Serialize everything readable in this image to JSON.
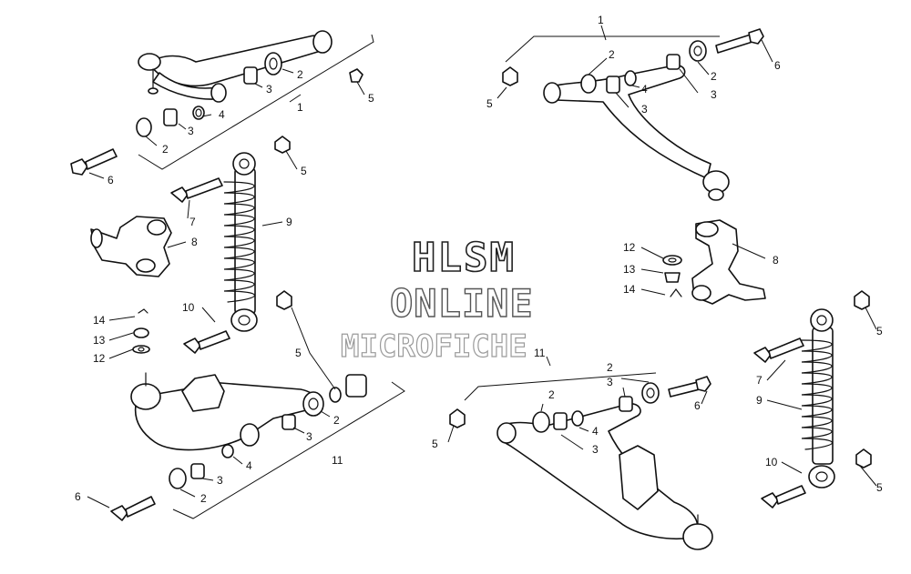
{
  "watermark": {
    "line1": "HLSM",
    "line2": "ONLINE",
    "line3": "MICROFICHE"
  },
  "callouts": {
    "tl_1": "1",
    "tl_2a": "2",
    "tl_3a": "3",
    "tl_4": "4",
    "tl_3b": "3",
    "tl_2b": "2",
    "tl_5": "5",
    "tl_6": "6",
    "l_5": "5",
    "l_7": "7",
    "l_8": "8",
    "l_9": "9",
    "l_10": "10",
    "l_14": "14",
    "l_13": "13",
    "l_12": "12",
    "bl_5": "5",
    "bl_2a": "2",
    "bl_3a": "3",
    "bl_4": "4",
    "bl_3b": "3",
    "bl_2b": "2",
    "bl_11": "11",
    "bl_6": "6",
    "tr_1": "1",
    "tr_2a": "2",
    "tr_5": "5",
    "tr_3a": "3",
    "tr_4": "4",
    "tr_2b": "2",
    "tr_3b": "3",
    "tr_6": "6",
    "r_8": "8",
    "r_12": "12",
    "r_13": "13",
    "r_14": "14",
    "br_11": "11",
    "br_2a": "2",
    "br_3a": "3",
    "br_2b": "2",
    "br_6": "6",
    "br_4": "4",
    "br_3b": "3",
    "br_5": "5",
    "rr_5a": "5",
    "rr_7": "7",
    "rr_9": "9",
    "rr_10": "10",
    "rr_5b": "5"
  }
}
